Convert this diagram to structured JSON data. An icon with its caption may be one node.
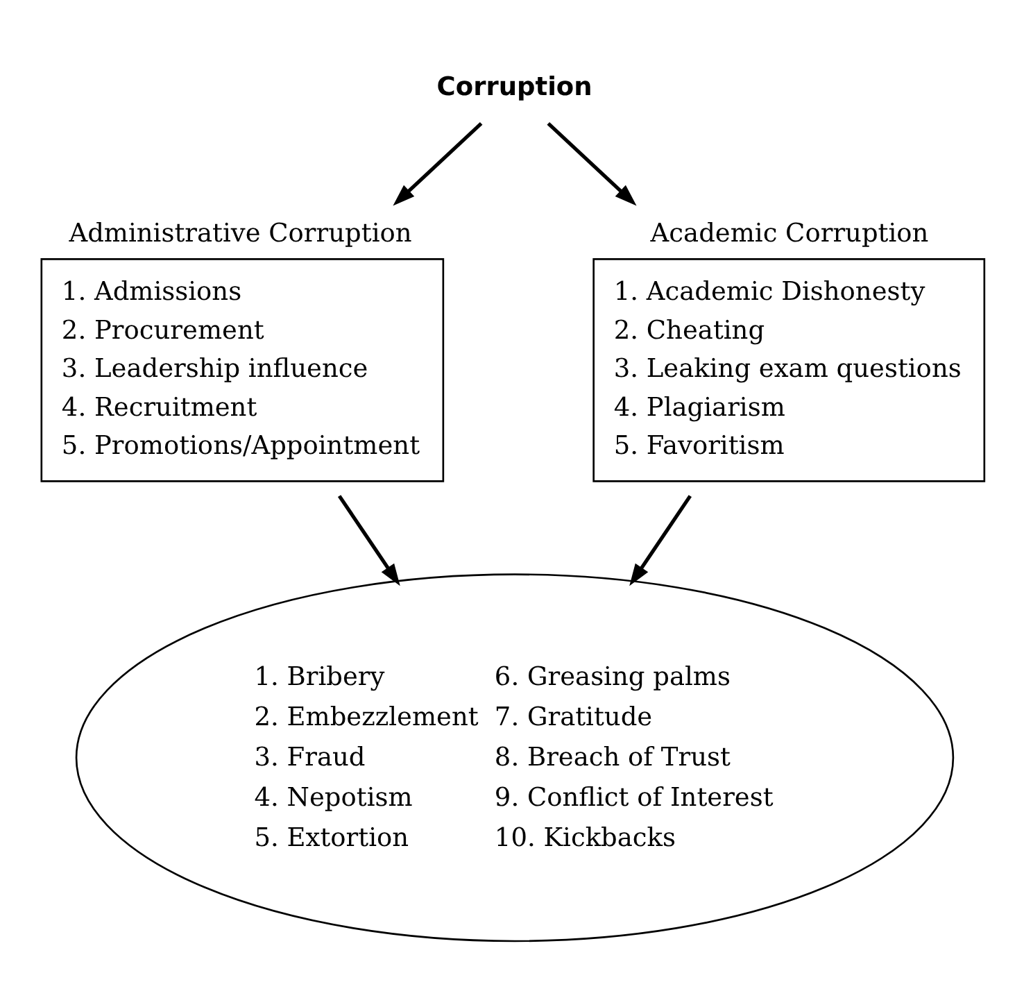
{
  "diagram": {
    "nodes": [
      {
        "text": [
          "Corruption"
        ]
      },
      {
        "text": [
          "Administrative Corruption",
          "1. Admissions",
          "2. Procurement",
          "3. Leadership influence",
          "4. Recruitment",
          "5. Promotions/Appointment"
        ]
      },
      {
        "text": [
          "Academic Corruption",
          "1. Academic Dishonesty",
          "2. Cheating",
          "3. Leaking exam questions",
          "4. Plagiarism",
          "5. Favoritism"
        ]
      },
      {
        "text": [
          "1. Bribery",
          "2. Embezzlement",
          "3. Fraud",
          "4. Nepotism",
          "5. Extortion",
          "6. Greasing palms",
          "7. Gratitude",
          "8. Breach of Trust",
          "9. Conflict of Interest",
          "10. Kickbacks"
        ]
      }
    ],
    "edges": [
      {
        "from": 0,
        "to": 1,
        "arrow": "to"
      },
      {
        "from": 0,
        "to": 2,
        "arrow": "to"
      },
      {
        "from": 1,
        "to": 3,
        "arrow": "to"
      },
      {
        "from": 2,
        "to": 3,
        "arrow": "to"
      }
    ]
  }
}
